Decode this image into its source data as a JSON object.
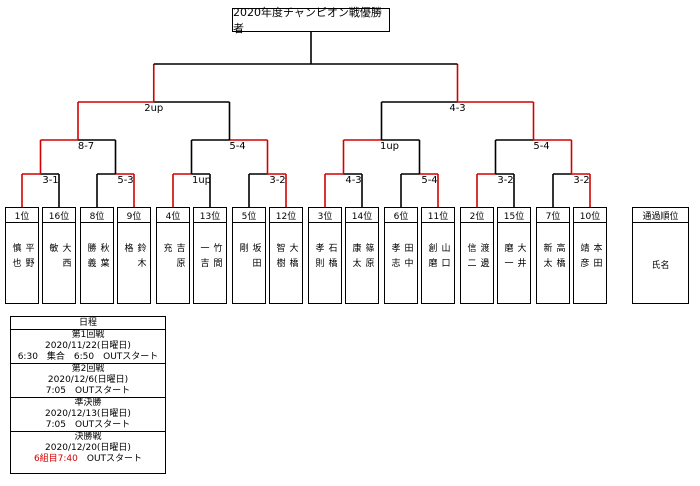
{
  "title": "2020年度チャンピオン戦優勝者",
  "players": [
    {
      "rank": "1位",
      "surname": "平野",
      "given": "慎也"
    },
    {
      "rank": "16位",
      "surname": "大西",
      "given": "敏"
    },
    {
      "rank": "8位",
      "surname": "秋葉",
      "given": "勝義"
    },
    {
      "rank": "9位",
      "surname": "鈴木",
      "given": "格"
    },
    {
      "rank": "4位",
      "surname": "吉原",
      "given": "充"
    },
    {
      "rank": "13位",
      "surname": "竹間",
      "given": "一吉"
    },
    {
      "rank": "5位",
      "surname": "坂田",
      "given": "剛"
    },
    {
      "rank": "12位",
      "surname": "大橋",
      "given": "智樹"
    },
    {
      "rank": "3位",
      "surname": "石橋",
      "given": "孝則"
    },
    {
      "rank": "14位",
      "surname": "篠原",
      "given": "康太"
    },
    {
      "rank": "6位",
      "surname": "田中",
      "given": "孝志"
    },
    {
      "rank": "11位",
      "surname": "山口",
      "given": "創磨"
    },
    {
      "rank": "2位",
      "surname": "渡邊",
      "given": "信二"
    },
    {
      "rank": "15位",
      "surname": "大井",
      "given": "磨一"
    },
    {
      "rank": "7位",
      "surname": "高橋",
      "given": "新太"
    },
    {
      "rank": "10位",
      "surname": "本田",
      "given": "靖彦"
    }
  ],
  "header_box": {
    "label1": "通過順位",
    "label2": "氏名"
  },
  "scores": {
    "r1": [
      "3-1",
      "5-3",
      "1up",
      "3-2",
      "4-3",
      "5-4",
      "3-2",
      "3-2"
    ],
    "r2": [
      "8-7",
      "5-4",
      "1up",
      "5-4"
    ],
    "r3": [
      "2up",
      "4-3"
    ]
  },
  "colors": {
    "winner_line": "#d40000",
    "line": "#000000"
  },
  "schedule": {
    "header": "日程",
    "rounds": [
      {
        "name": "第1回戦",
        "date": "2020/11/22(日曜日)",
        "detail": "6:30　集合　6:50　OUTスタート",
        "highlight": ""
      },
      {
        "name": "第2回戦",
        "date": "2020/12/6(日曜日)",
        "detail": "7:05　OUTスタート",
        "highlight": ""
      },
      {
        "name": "準決勝",
        "date": "2020/12/13(日曜日)",
        "detail": "7:05　OUTスタート",
        "highlight": ""
      },
      {
        "name": "決勝戦",
        "date": "2020/12/20(日曜日)",
        "detail": "　OUTスタート",
        "highlight": "6組目7:40"
      }
    ]
  }
}
